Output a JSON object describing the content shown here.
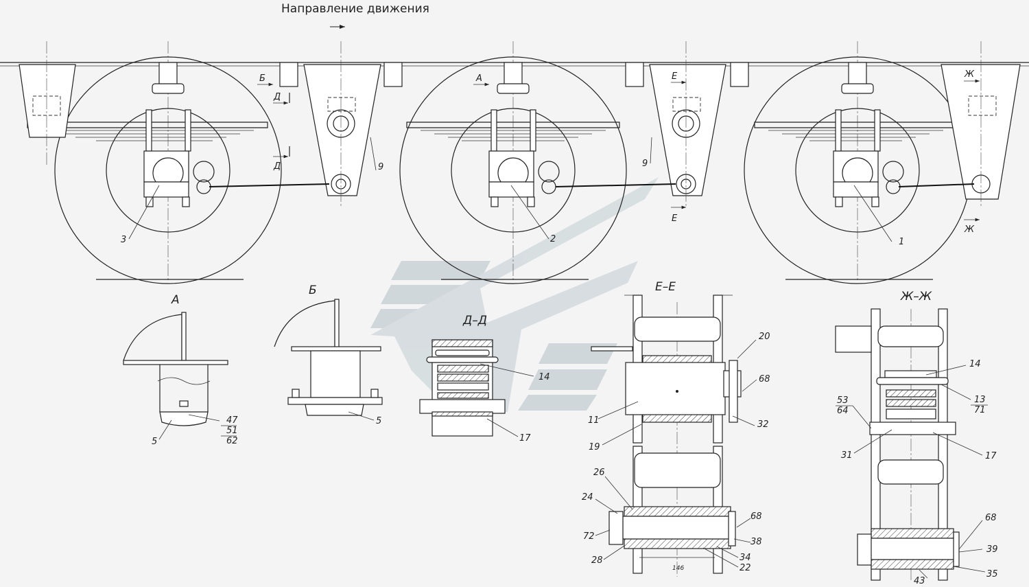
{
  "title": "Направление движения",
  "section_marks": {
    "A": "А",
    "B": "Б",
    "D": "Д",
    "E": "Е",
    "Zh": "Ж"
  },
  "view_titles": {
    "view_a": "А",
    "view_b": "Б",
    "section_d": "Д–Д",
    "section_e": "Е–Е",
    "section_zh": "Ж–Ж"
  },
  "callouts": {
    "main": [
      "3",
      "2",
      "1",
      "9",
      "9"
    ],
    "view_a": [
      "5",
      "47",
      "51",
      "62"
    ],
    "view_b": [
      "5"
    ],
    "section_d": [
      "14",
      "17"
    ],
    "section_e": [
      "20",
      "68",
      "32",
      "11",
      "19",
      "26",
      "24",
      "72",
      "28",
      "68",
      "38",
      "34",
      "22"
    ],
    "section_zh": [
      "14",
      "13",
      "71",
      "53",
      "64",
      "31",
      "17",
      "68",
      "39",
      "35",
      "43"
    ]
  },
  "dimension_146": "146",
  "watermark": {
    "color": "#c9d3d6"
  }
}
